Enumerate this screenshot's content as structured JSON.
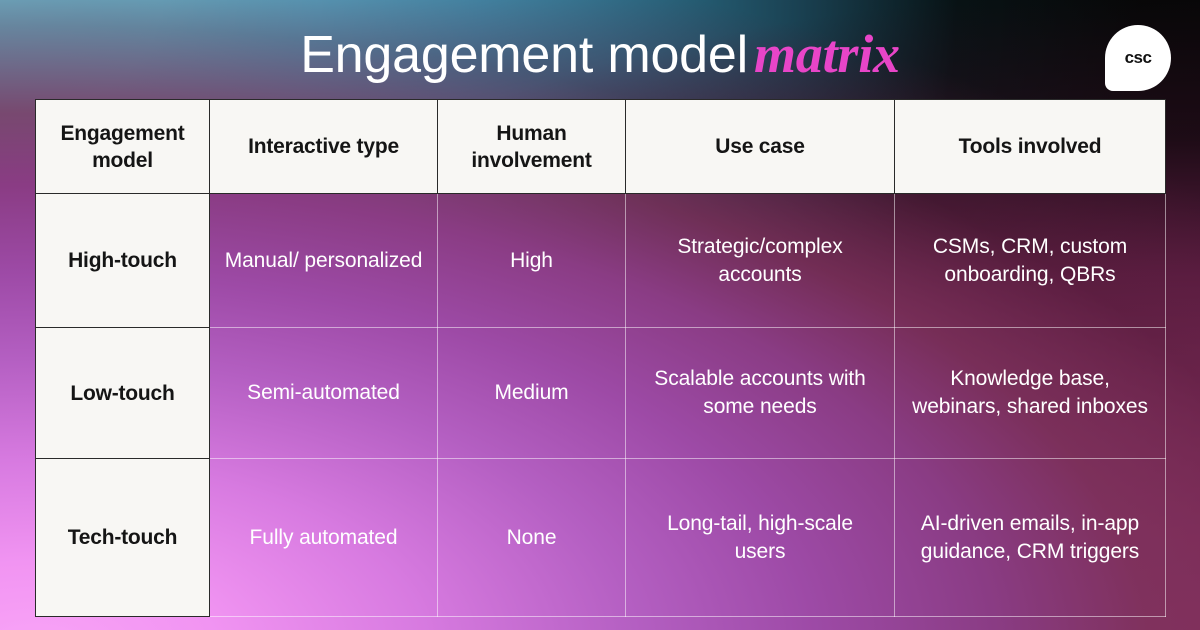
{
  "header": {
    "title_main": "Engagement model",
    "title_accent": "matrix",
    "logo_text": "csc"
  },
  "table": {
    "columns": [
      "Engagement model",
      "Interactive type",
      "Human involvement",
      "Use case",
      "Tools involved"
    ],
    "rows": [
      {
        "engagement_model": "High-touch",
        "interactive_type": "Manual/ personalized",
        "human_involvement": "High",
        "use_case": "Strategic/complex accounts",
        "tools_involved": "CSMs, CRM, custom onboarding, QBRs"
      },
      {
        "engagement_model": "Low-touch",
        "interactive_type": "Semi-automated",
        "human_involvement": "Medium",
        "use_case": "Scalable accounts with some needs",
        "tools_involved": "Knowledge base, webinars, shared inboxes"
      },
      {
        "engagement_model": "Tech-touch",
        "interactive_type": "Fully automated",
        "human_involvement": "None",
        "use_case": "Long-tail, high-scale users",
        "tools_involved": "AI-driven emails, in-app guidance, CRM triggers"
      }
    ]
  },
  "colors": {
    "accent_magenta": "#e845c8",
    "cell_cream": "#f8f7f4",
    "text_dark": "#151515",
    "text_light": "#ffffff",
    "bg_cyan": "#74dcee",
    "bg_pink": "#f9a4f7",
    "bg_plum": "#a23a72",
    "bg_black": "#050a05"
  }
}
